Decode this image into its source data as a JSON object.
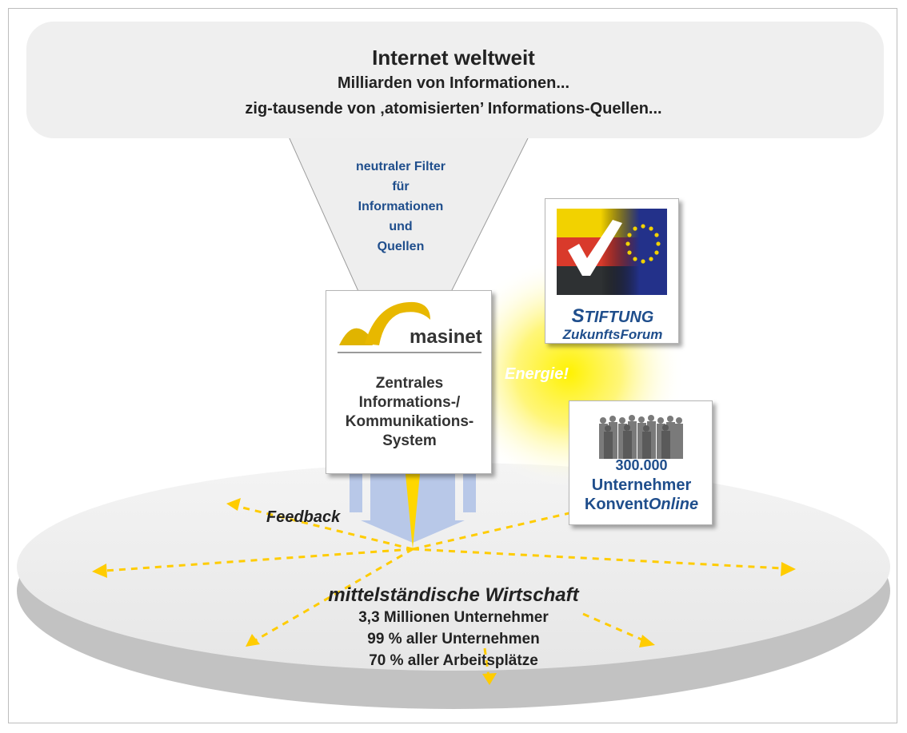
{
  "banner": {
    "title": "Internet weltweit",
    "line1": "Milliarden von Informationen...",
    "line2": "zig-tausende von ‚atomisierten’ Informations-Quellen..."
  },
  "filter": {
    "lines": [
      "neutraler Filter",
      "für",
      "Informationen",
      "und",
      "Quellen"
    ]
  },
  "masinet": {
    "logo_text": "masinet",
    "system_lines": [
      "Zentrales",
      "Informations-/",
      "Kommunikations-",
      "System"
    ]
  },
  "stiftung": {
    "title_initial": "S",
    "title_rest": "TIFTUNG",
    "subtitle": "ZukunftsForum"
  },
  "energie": "Energie!",
  "konvent": {
    "number": "300.000",
    "line1": "Unternehmer",
    "line2_plain": "Konvent",
    "line2_italic": "Online"
  },
  "feedback": "Feedback",
  "wirtschaft": {
    "title": "mittelständische Wirtschaft",
    "lines": [
      "3,3 Millionen Unternehmer",
      "99 % aller Unternehmen",
      "70 % aller Arbeitsplätze"
    ]
  },
  "colors": {
    "banner_fill": "#f0f0f0",
    "text_blue": "#1f4e8c",
    "arrow_yellow": "#ffd700",
    "arrow_blue": "#b8c8e8",
    "disc_top": "#ececec",
    "disc_side": "#c4c4c4"
  }
}
